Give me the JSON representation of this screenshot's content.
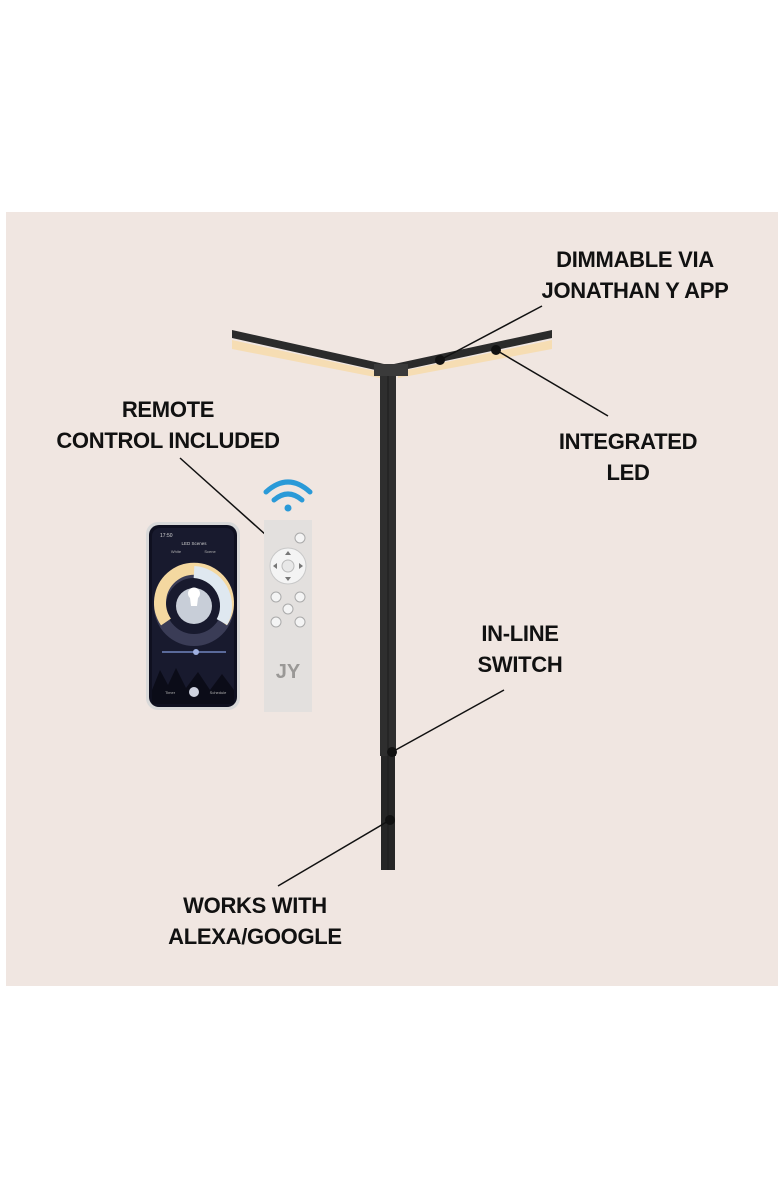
{
  "callouts": {
    "app": {
      "line1": "DIMMABLE VIA",
      "line2": "JONATHAN Y APP"
    },
    "remote": {
      "line1": "REMOTE",
      "line2": "CONTROL INCLUDED"
    },
    "led": {
      "line1": "INTEGRATED",
      "line2": "LED"
    },
    "switch": {
      "line1": "IN-LINE",
      "line2": "SWITCH"
    },
    "smart": {
      "line1": "WORKS WITH",
      "line2": "ALEXA/GOOGLE"
    }
  },
  "phone": {
    "time": "17:50",
    "app_title": "LED Scenes",
    "tab_white": "White",
    "tab_scene": "Scene",
    "bottom_left": "Timer",
    "bottom_right": "Schedule"
  },
  "remote_logo": "JY",
  "colors": {
    "background": "#f0e6e1",
    "lamp": "#2b2b2b",
    "led_glow": "#f6dcae",
    "wifi": "#2a9ad8",
    "text": "#111111"
  }
}
